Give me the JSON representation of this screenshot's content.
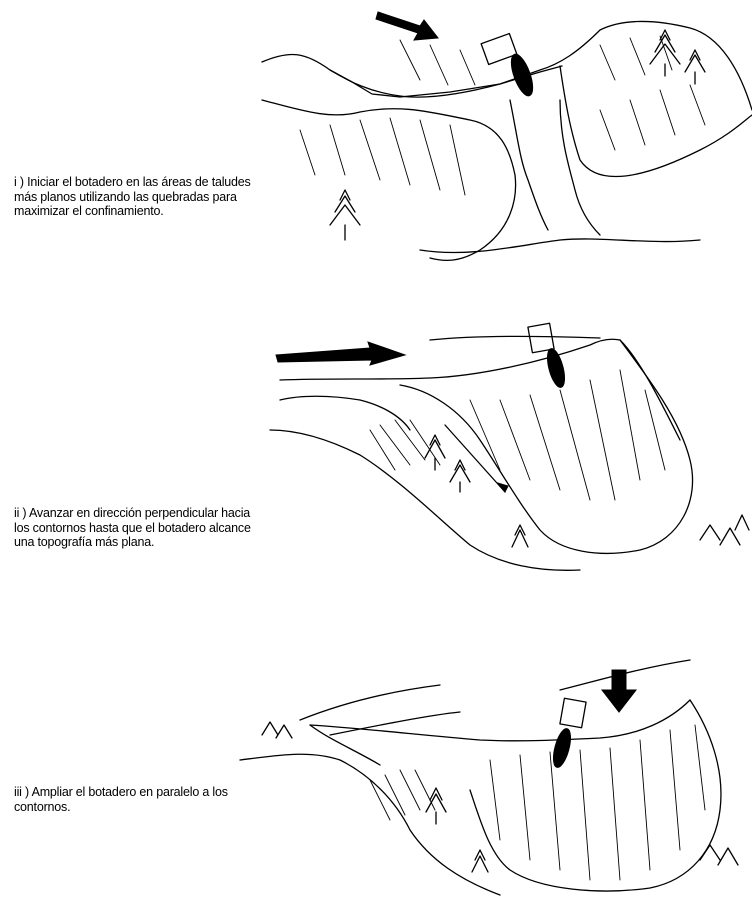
{
  "steps": [
    {
      "number": "i )",
      "text": "Iniciar el botadero en las áreas de taludes más planos utilizando las quebradas para maximizar el confinamiento."
    },
    {
      "number": "ii )",
      "text": "Avanzar en dirección perpendicular hacia los contornos hasta que el botadero alcance una topografía más plana."
    },
    {
      "number": "iii )",
      "text": "Ampliar el botadero en paralelo a los contornos."
    }
  ],
  "icons": {
    "panel1": [
      "direction-arrow-icon",
      "truck-icon",
      "tree-icon"
    ],
    "panel2": [
      "direction-arrow-icon",
      "truck-icon",
      "tree-icon"
    ],
    "panel3": [
      "direction-arrow-icon",
      "truck-icon",
      "tree-icon"
    ]
  },
  "colors": {
    "ink": "#000000",
    "background": "#ffffff"
  }
}
